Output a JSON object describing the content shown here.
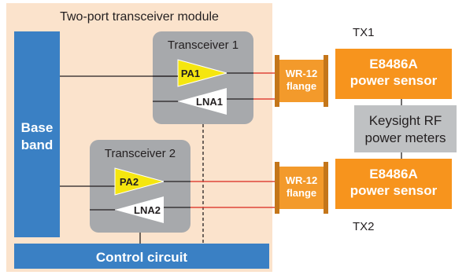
{
  "module": {
    "title": "Two-port transceiver module"
  },
  "baseband": {
    "line1": "Base",
    "line2": "band"
  },
  "control": {
    "label": "Control circuit"
  },
  "transceiver1": {
    "title": "Transceiver 1",
    "pa": "PA1",
    "lna": "LNA1"
  },
  "transceiver2": {
    "title": "Transceiver 2",
    "pa": "PA2",
    "lna": "LNA2"
  },
  "flange1": {
    "line1": "WR-12",
    "line2": "flange"
  },
  "flange2": {
    "line1": "WR-12",
    "line2": "flange"
  },
  "sensor1": {
    "line1": "E8486A",
    "line2": "power sensor"
  },
  "sensor2": {
    "line1": "E8486A",
    "line2": "power sensor"
  },
  "meter": {
    "line1": "Keysight RF",
    "line2": "power meters"
  },
  "ports": {
    "tx1": "TX1",
    "tx2": "TX2"
  },
  "colors": {
    "module_bg": "#FBE3CC",
    "baseband_blue": "#3A80C4",
    "transceiver_gray": "#A7A9AC",
    "amp_yellow": "#F5E60F",
    "sensor_orange": "#F7941D",
    "flange_orange": "#F39A2B",
    "meter_gray": "#BFC1C3",
    "rf_red": "#E0463A"
  }
}
